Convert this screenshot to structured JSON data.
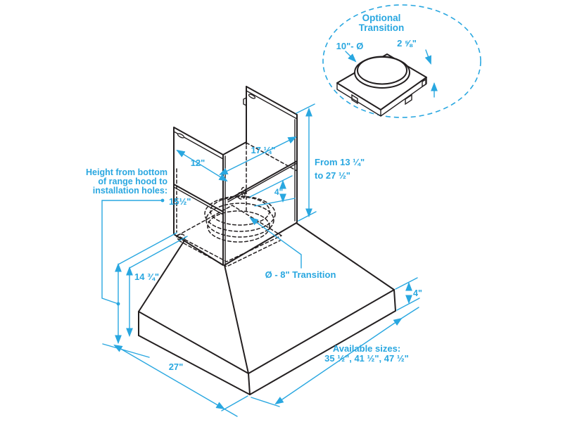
{
  "colors": {
    "line": "#231f20",
    "accent": "#29a7e0",
    "background": "#ffffff"
  },
  "detail_circle": {
    "title_line1": "Optional",
    "title_line2": "Transition",
    "diameter": "10\"- Ø",
    "thickness": "2 ⅝\""
  },
  "duct": {
    "depth": "12\"",
    "width": "17 ¼\"",
    "height_range_line1": "From 13 ¼\"",
    "height_range_line2": "to 27 ½\"",
    "collar_gap": "4\""
  },
  "height_note": {
    "line1": "Height from bottom",
    "line2": "of range hood to",
    "line3": "installation holes:",
    "value": "15½\""
  },
  "hood": {
    "canopy_height": "14 ¾\"",
    "base_height": "4\"",
    "depth": "27\"",
    "transition": "Ø - 8\" Transition"
  },
  "available_sizes": {
    "label": "Available sizes:",
    "values": "35 ½\", 41 ½\", 47 ½\""
  }
}
